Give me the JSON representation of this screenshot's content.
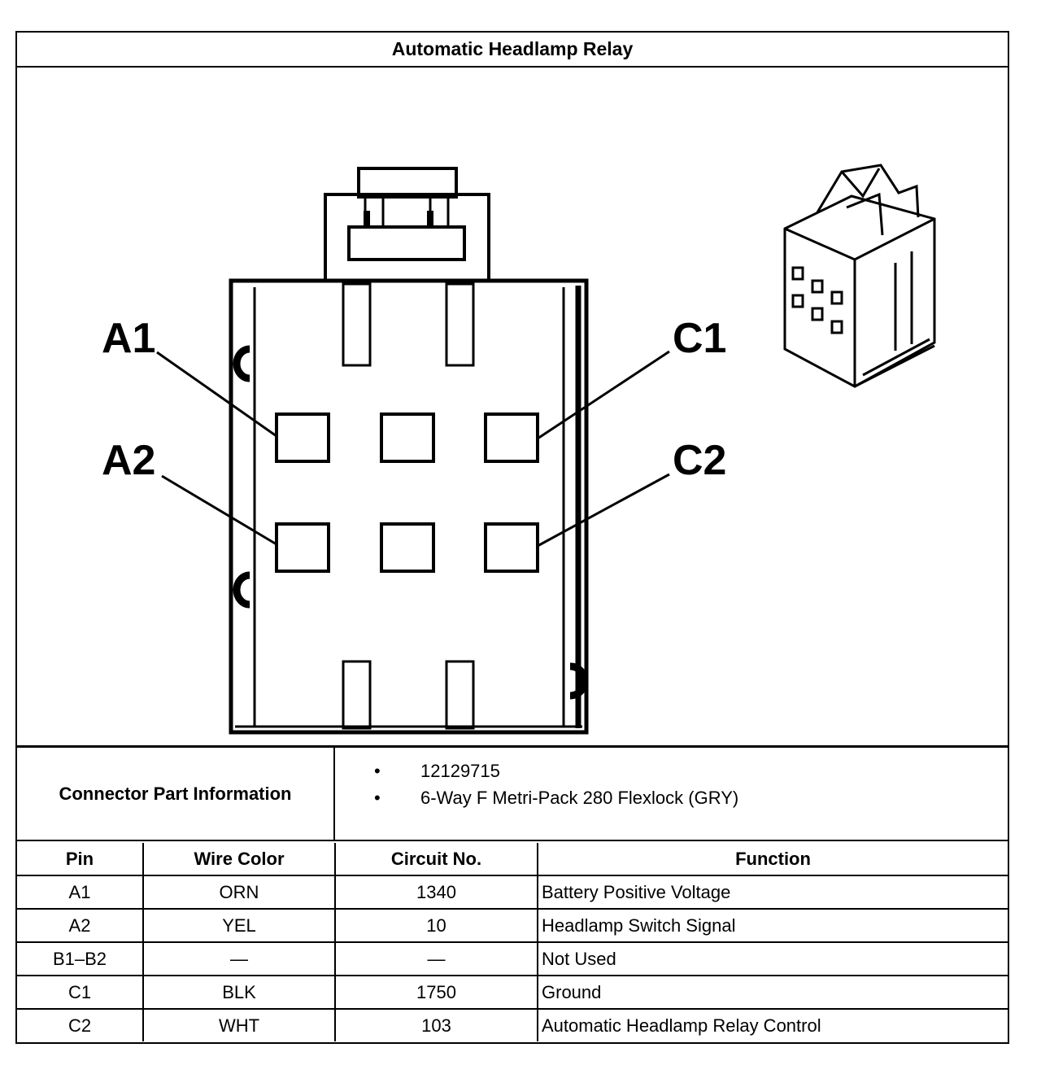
{
  "title": "Automatic Headlamp Relay",
  "pin_labels": {
    "a1": "A1",
    "a2": "A2",
    "c1": "C1",
    "c2": "C2"
  },
  "connector_info": {
    "label": "Connector Part Information",
    "items": [
      "12129715",
      "6-Way F Metri-Pack 280 Flexlock (GRY)"
    ]
  },
  "table": {
    "headers": [
      "Pin",
      "Wire Color",
      "Circuit No.",
      "Function"
    ],
    "rows": [
      [
        "A1",
        "ORN",
        "1340",
        "Battery Positive Voltage"
      ],
      [
        "A2",
        "YEL",
        "10",
        "Headlamp Switch Signal"
      ],
      [
        "B1–B2",
        "—",
        "—",
        "Not Used"
      ],
      [
        "C1",
        "BLK",
        "1750",
        "Ground"
      ],
      [
        "C2",
        "WHT",
        "103",
        "Automatic Headlamp Relay Control"
      ]
    ]
  }
}
